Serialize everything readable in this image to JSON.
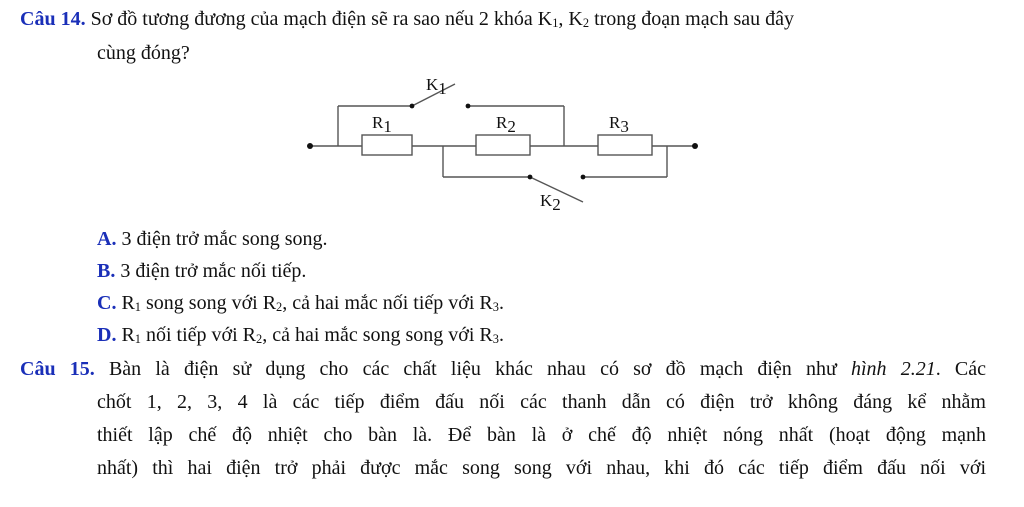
{
  "q14": {
    "label": "Câu 14.",
    "text_line1": "Sơ đồ tương đương của mạch điện sẽ ra sao nếu 2 khóa K",
    "k1_sub": "1",
    "mid": ", K",
    "k2_sub": "2",
    "text_line1_end": " trong đoạn mạch sau đây",
    "text_line2": "cùng đóng?",
    "circuit": {
      "k1": {
        "letter": "K",
        "sub": "1"
      },
      "k2": {
        "letter": "K",
        "sub": "2"
      },
      "r1": {
        "letter": "R",
        "sub": "1"
      },
      "r2": {
        "letter": "R",
        "sub": "2"
      },
      "r3": {
        "letter": "R",
        "sub": "3"
      }
    },
    "options": [
      {
        "label": "A.",
        "text": "3 điện trở mắc song song."
      },
      {
        "label": "B.",
        "text": "3 điện trở mắc nối tiếp."
      },
      {
        "label": "C.",
        "r": "R",
        "r_sub": "1",
        "t1": " song song với R",
        "t1_sub": "2",
        "t2": ", cả hai mắc nối tiếp với R",
        "t2_sub": "3",
        "end": "."
      },
      {
        "label": "D.",
        "r": "R",
        "r_sub": "1",
        "t1": " nối tiếp với R",
        "t1_sub": "2",
        "t2": ", cả hai mắc song song với R",
        "t2_sub": "3",
        "end": "."
      }
    ]
  },
  "q15": {
    "label": "Câu 15.",
    "line1": "Bàn là điện sử dụng cho các chất liệu khác nhau có sơ đồ mạch điện như ",
    "line1_italic": "hình 2.21",
    "line1_end": ". Các",
    "line2": "chốt 1, 2, 3, 4 là các tiếp điểm đấu nối các thanh dẫn có điện trở không đáng kể nhằm",
    "line3": "thiết lập chế độ nhiệt cho bàn là. Để bàn là ở chế độ nhiệt nóng nhất (hoạt động mạnh",
    "line4": "nhất) thì hai điện trở phải được mắc song song với nhau, khi đó các tiếp điểm đấu nối với"
  }
}
